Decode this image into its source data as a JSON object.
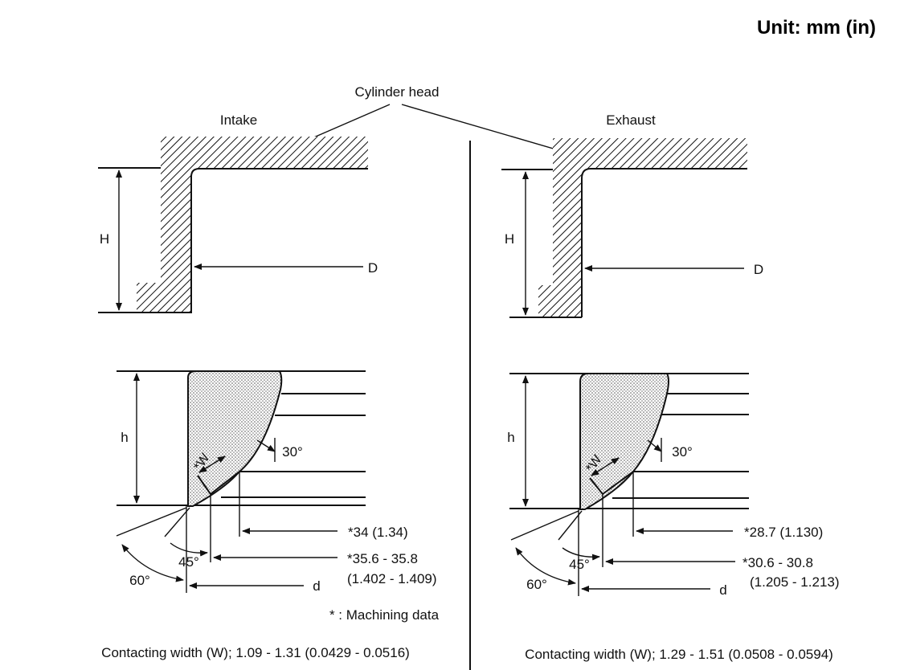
{
  "unit_label": "Unit: mm (in)",
  "cylinder_head_label": "Cylinder head",
  "intake": {
    "title": "Intake",
    "H": "H",
    "D": "D",
    "h": "h",
    "d": "d",
    "W": "*W",
    "angle_30": "30°",
    "angle_45": "45°",
    "angle_60": "60°",
    "dim_34": "*34 (1.34)",
    "dim_356": "*35.6 - 35.8",
    "dim_356_in": "(1.402 - 1.409)",
    "contact_width": "Contacting width (W); 1.09 - 1.31 (0.0429 - 0.0516)"
  },
  "exhaust": {
    "title": "Exhaust",
    "H": "H",
    "D": "D",
    "h": "h",
    "d": "d",
    "W": "*W",
    "angle_30": "30°",
    "angle_45": "45°",
    "angle_60": "60°",
    "dim_287": "*28.7 (1.130)",
    "dim_306": "*30.6 - 30.8",
    "dim_306_in": "(1.205 - 1.213)",
    "contact_width": "Contacting width (W); 1.29 - 1.51 (0.0508 - 0.0594)"
  },
  "machining_note": "* : Machining data"
}
